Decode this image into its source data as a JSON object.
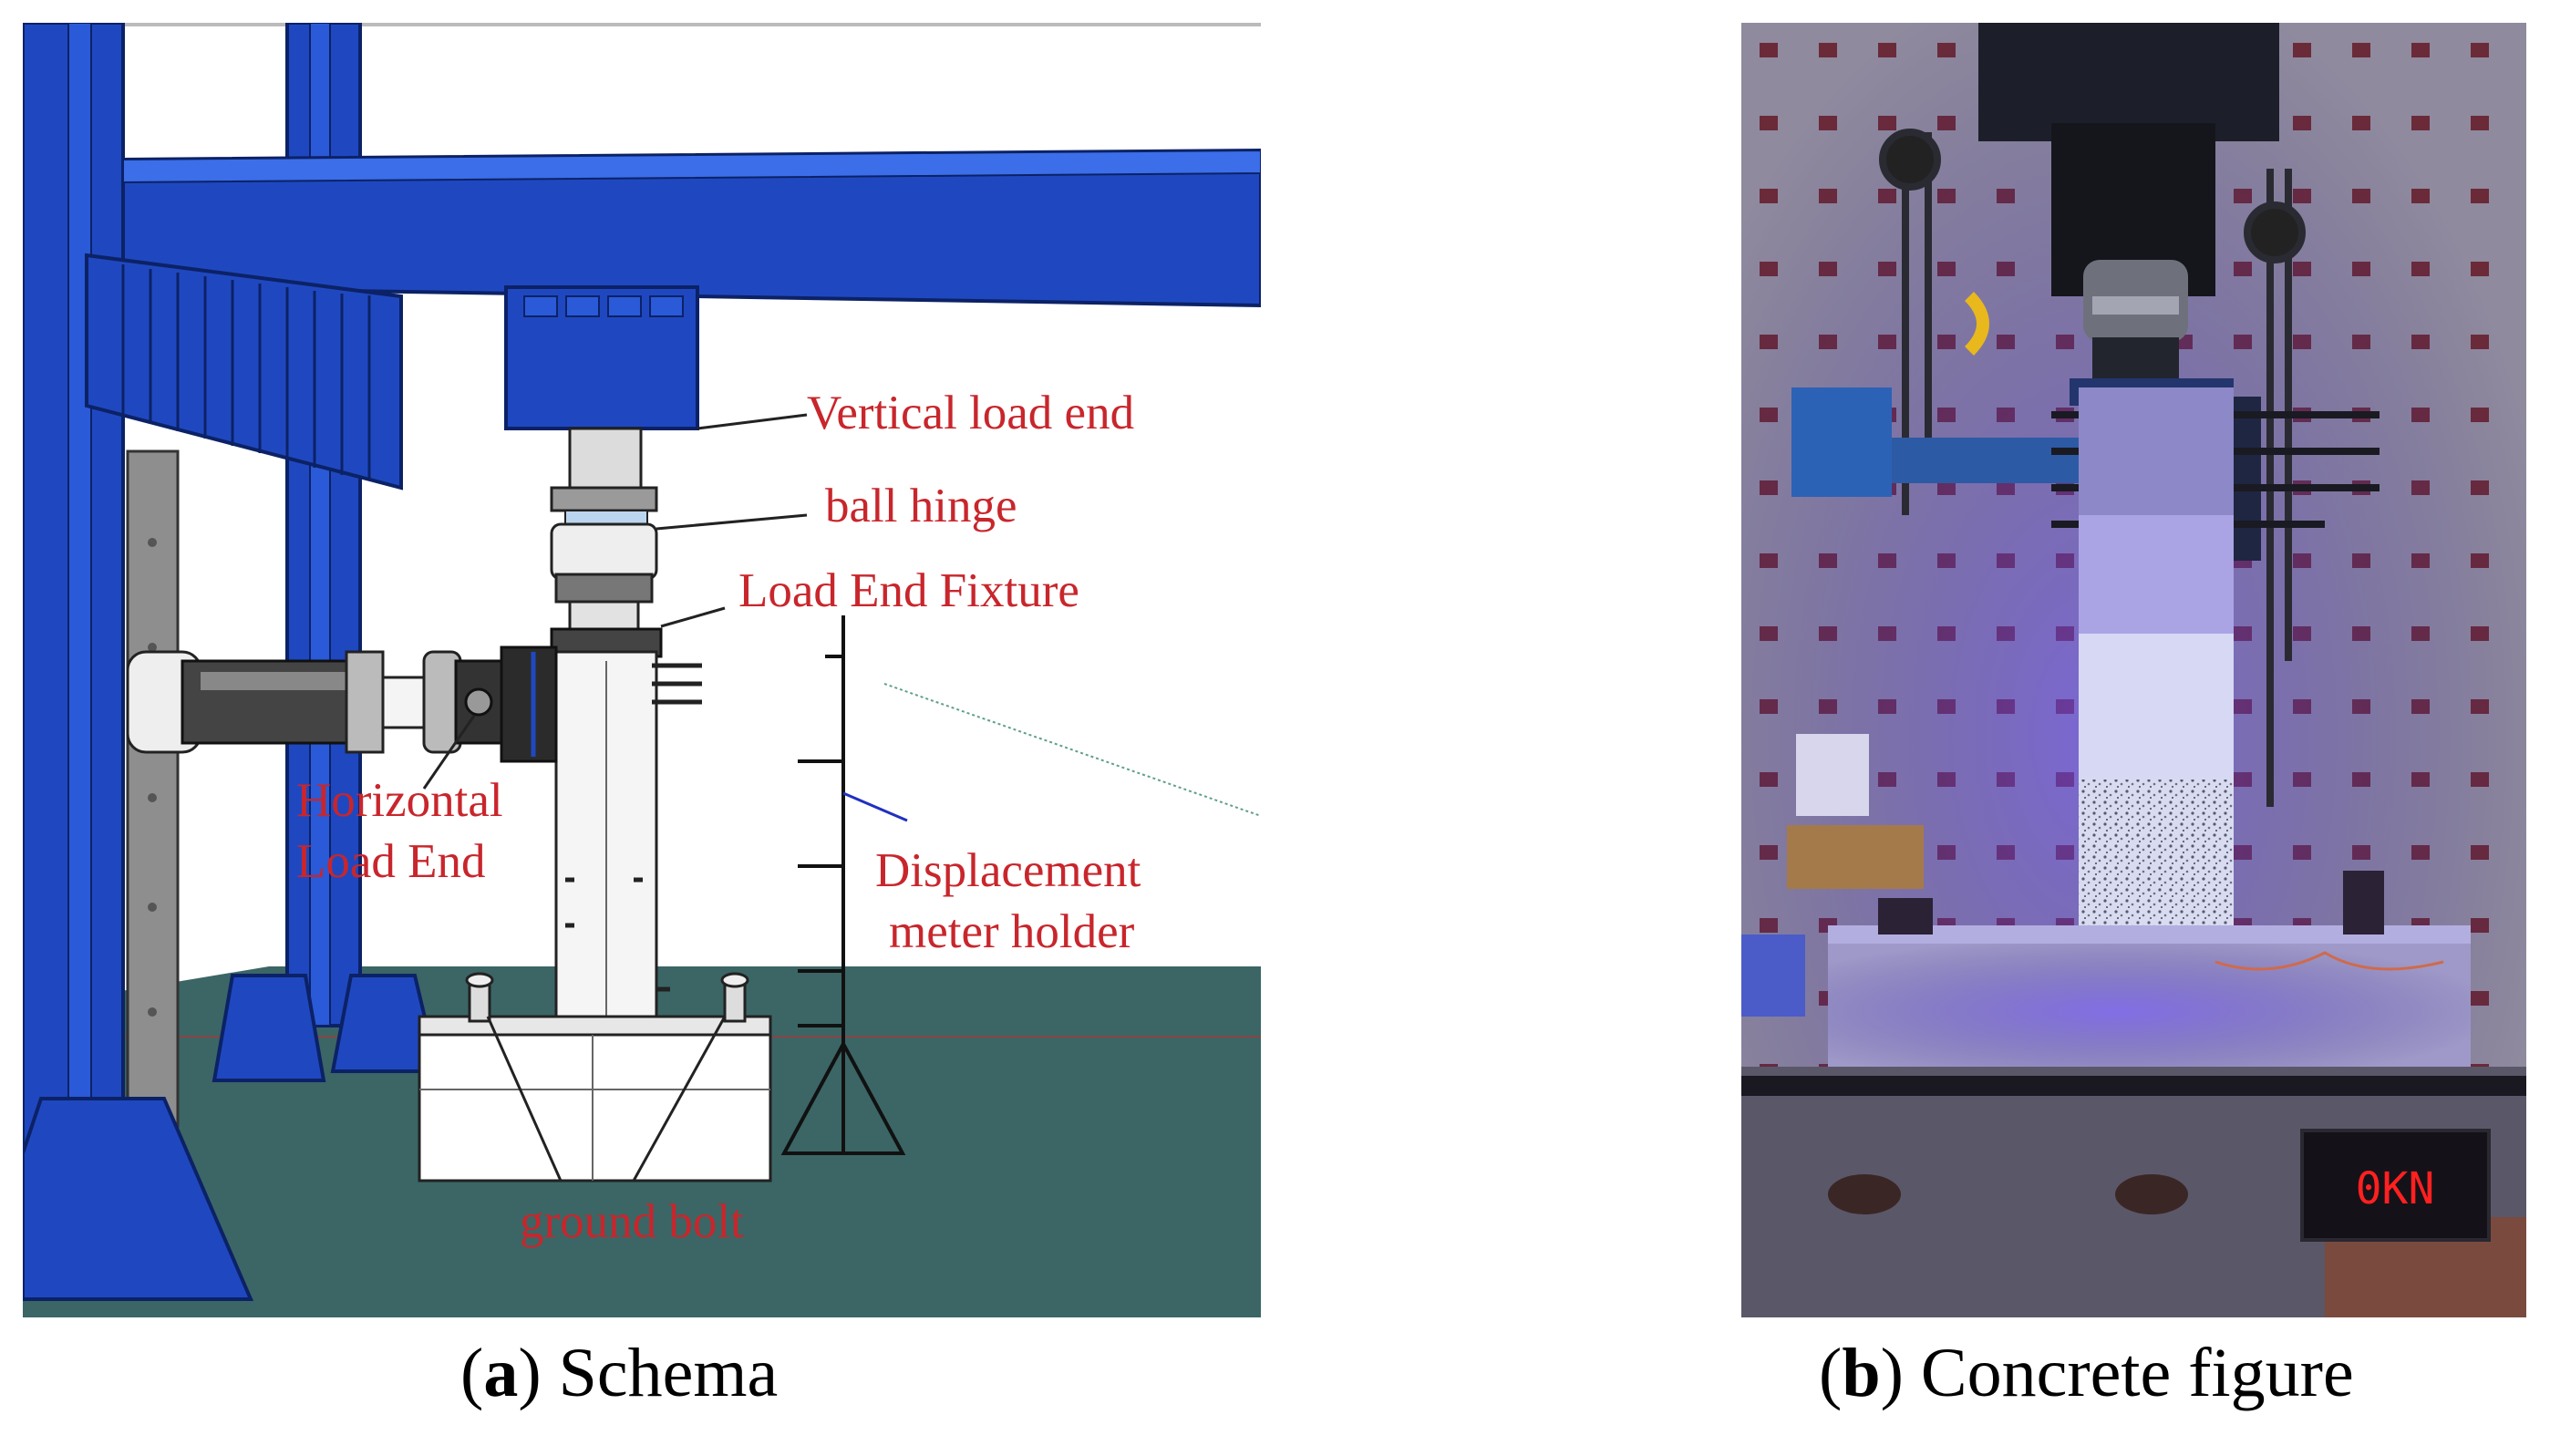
{
  "panel_a": {
    "labels": {
      "vertical_load_end": "Vertical load end",
      "ball_hinge": "ball hinge",
      "load_end_fixture": "Load End Fixture",
      "horizontal_line1": "Horizontal",
      "horizontal_line2": "Load End",
      "displacement_line1": "Displacement",
      "displacement_line2": "meter holder",
      "ground_bolt": "ground bolt"
    },
    "caption_letter": "a",
    "caption_text": "Schema"
  },
  "panel_b": {
    "display_readout": "0KN",
    "caption_letter": "b",
    "caption_text": "Concrete figure"
  },
  "colors": {
    "steel_frame": "#1f48c0",
    "floor": "#3b6665",
    "label_red": "#c8262c",
    "display_red": "#ff2020"
  }
}
